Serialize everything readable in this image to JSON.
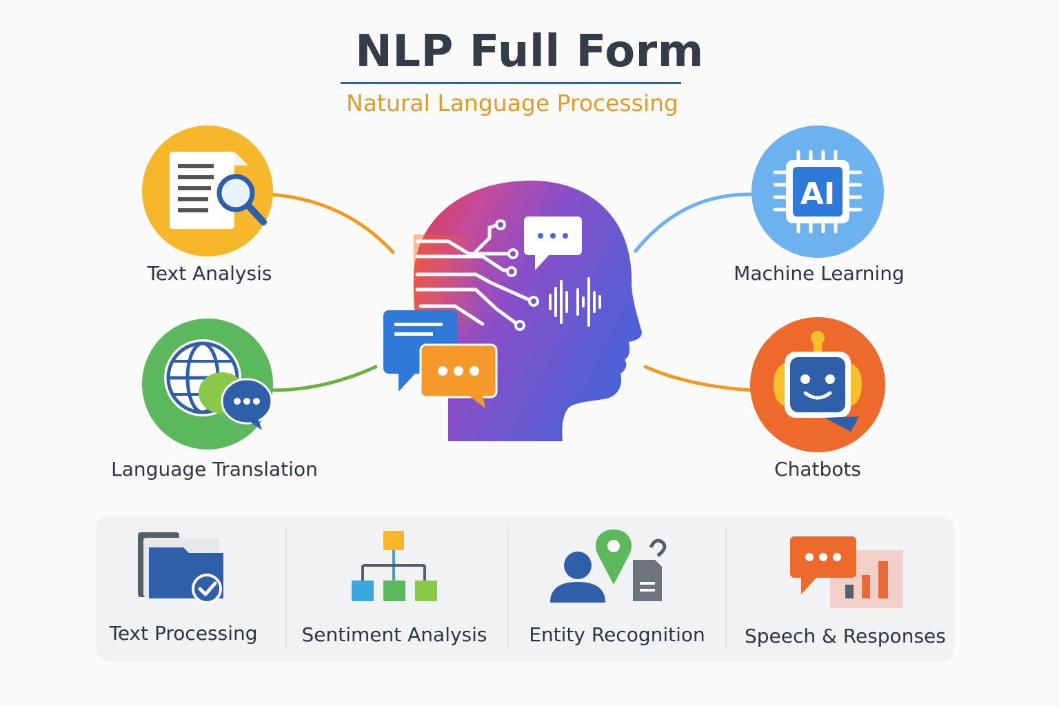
{
  "header": {
    "title": "NLP Full Form",
    "subtitle": "Natural Language Processing"
  },
  "features": {
    "text_analysis": "Text Analysis",
    "language_translation": "Language Translation",
    "machine_learning": "Machine Learning",
    "chatbots": "Chatbots",
    "ai_chip_text": "AI"
  },
  "bottom_items": {
    "text_processing": "Text Processing",
    "sentiment_analysis": "Sentiment Analysis",
    "entity_recognition": "Entity Recognition",
    "speech_responses": "Speech & Responses"
  },
  "colors": {
    "text_analysis": "#f6b82a",
    "language_translation": "#5cb85c",
    "machine_learning": "#6cb2ee",
    "chatbots": "#ee6a2c",
    "title": "#333c47",
    "subtitle": "#e49a26",
    "accent_blue": "#2f5fa8"
  }
}
